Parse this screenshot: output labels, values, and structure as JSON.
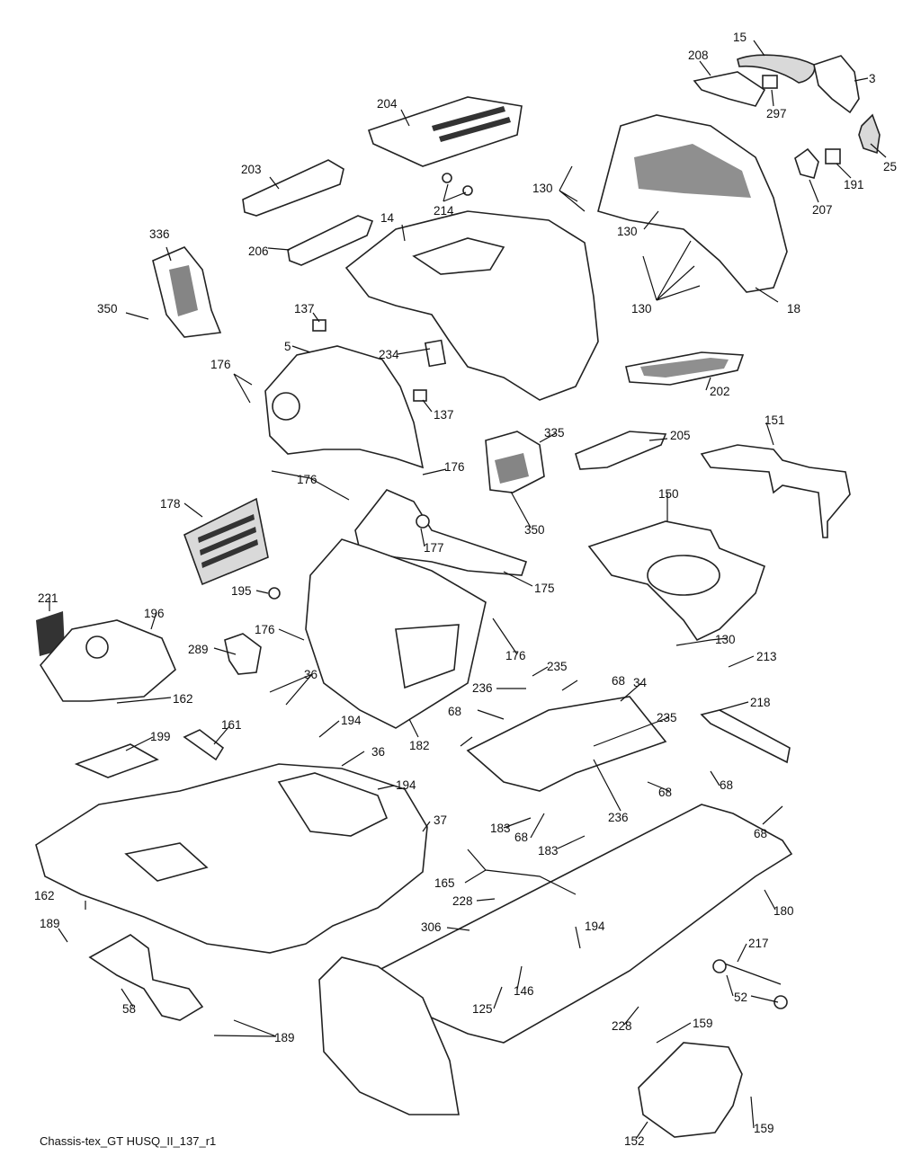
{
  "caption": "Chassis-tex_GT HUSQ_II_137_r1",
  "callouts": [
    {
      "id": "c15",
      "label": "15"
    },
    {
      "id": "c208",
      "label": "208"
    },
    {
      "id": "c3",
      "label": "3"
    },
    {
      "id": "c297",
      "label": "297"
    },
    {
      "id": "c25",
      "label": "25"
    },
    {
      "id": "c204",
      "label": "204"
    },
    {
      "id": "c191",
      "label": "191"
    },
    {
      "id": "c207",
      "label": "207"
    },
    {
      "id": "c203",
      "label": "203"
    },
    {
      "id": "c214",
      "label": "214"
    },
    {
      "id": "c130a",
      "label": "130"
    },
    {
      "id": "c14",
      "label": "14"
    },
    {
      "id": "c130b",
      "label": "130"
    },
    {
      "id": "c336",
      "label": "336"
    },
    {
      "id": "c206",
      "label": "206"
    },
    {
      "id": "c130c",
      "label": "130"
    },
    {
      "id": "c18",
      "label": "18"
    },
    {
      "id": "c350a",
      "label": "350"
    },
    {
      "id": "c137a",
      "label": "137"
    },
    {
      "id": "c5",
      "label": "5"
    },
    {
      "id": "c234",
      "label": "234"
    },
    {
      "id": "c176a",
      "label": "176"
    },
    {
      "id": "c202",
      "label": "202"
    },
    {
      "id": "c137b",
      "label": "137"
    },
    {
      "id": "c151",
      "label": "151"
    },
    {
      "id": "c335",
      "label": "335"
    },
    {
      "id": "c205",
      "label": "205"
    },
    {
      "id": "c176b",
      "label": "176"
    },
    {
      "id": "c176c",
      "label": "176"
    },
    {
      "id": "c150",
      "label": "150"
    },
    {
      "id": "c178",
      "label": "178"
    },
    {
      "id": "c177",
      "label": "177"
    },
    {
      "id": "c350b",
      "label": "350"
    },
    {
      "id": "c175",
      "label": "175"
    },
    {
      "id": "c195",
      "label": "195"
    },
    {
      "id": "c221",
      "label": "221"
    },
    {
      "id": "c196",
      "label": "196"
    },
    {
      "id": "c176d",
      "label": "176"
    },
    {
      "id": "c289",
      "label": "289"
    },
    {
      "id": "c176e",
      "label": "176"
    },
    {
      "id": "c130d",
      "label": "130"
    },
    {
      "id": "c235a",
      "label": "235"
    },
    {
      "id": "c213",
      "label": "213"
    },
    {
      "id": "c162a",
      "label": "162"
    },
    {
      "id": "c36a",
      "label": "36"
    },
    {
      "id": "c236a",
      "label": "236"
    },
    {
      "id": "c68a",
      "label": "68"
    },
    {
      "id": "c34",
      "label": "34"
    },
    {
      "id": "c218",
      "label": "218"
    },
    {
      "id": "c194a",
      "label": "194"
    },
    {
      "id": "c68b",
      "label": "68"
    },
    {
      "id": "c235b",
      "label": "235"
    },
    {
      "id": "c161",
      "label": "161"
    },
    {
      "id": "c199",
      "label": "199"
    },
    {
      "id": "c36b",
      "label": "36"
    },
    {
      "id": "c182",
      "label": "182"
    },
    {
      "id": "c68c",
      "label": "68"
    },
    {
      "id": "c68d",
      "label": "68"
    },
    {
      "id": "c194b",
      "label": "194"
    },
    {
      "id": "c236b",
      "label": "236"
    },
    {
      "id": "c37",
      "label": "37"
    },
    {
      "id": "c183a",
      "label": "183"
    },
    {
      "id": "c68e",
      "label": "68"
    },
    {
      "id": "c68f",
      "label": "68"
    },
    {
      "id": "c183b",
      "label": "183"
    },
    {
      "id": "c165",
      "label": "165"
    },
    {
      "id": "c162b",
      "label": "162"
    },
    {
      "id": "c228a",
      "label": "228"
    },
    {
      "id": "c180",
      "label": "180"
    },
    {
      "id": "c189a",
      "label": "189"
    },
    {
      "id": "c306",
      "label": "306"
    },
    {
      "id": "c194c",
      "label": "194"
    },
    {
      "id": "c217",
      "label": "217"
    },
    {
      "id": "c52",
      "label": "52"
    },
    {
      "id": "c146",
      "label": "146"
    },
    {
      "id": "c58",
      "label": "58"
    },
    {
      "id": "c125",
      "label": "125"
    },
    {
      "id": "c228b",
      "label": "228"
    },
    {
      "id": "c159a",
      "label": "159"
    },
    {
      "id": "c189b",
      "label": "189"
    },
    {
      "id": "c159b",
      "label": "159"
    },
    {
      "id": "c152",
      "label": "152"
    }
  ]
}
